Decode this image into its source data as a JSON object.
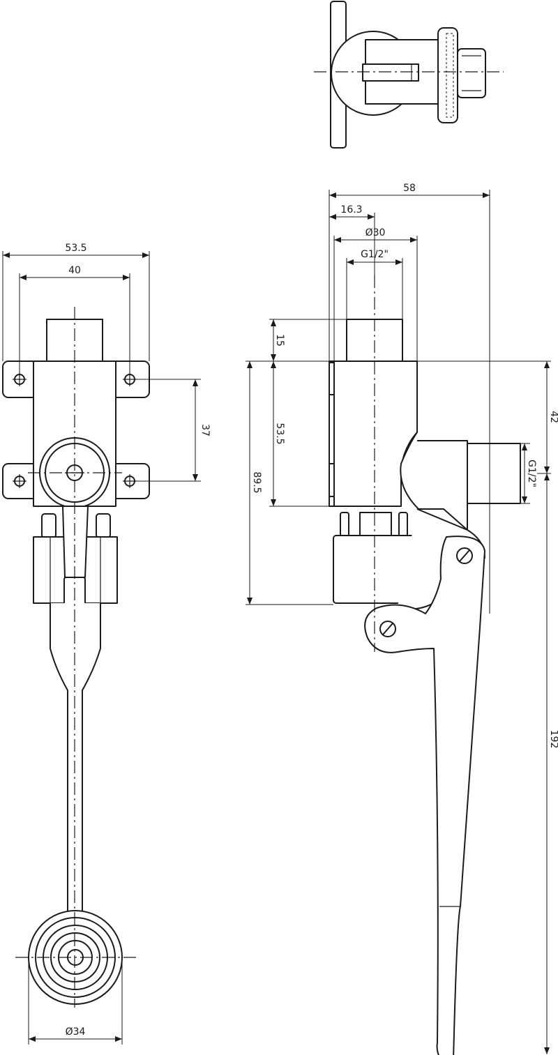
{
  "dimensions": {
    "width_overall": "53.5",
    "width_holes": "40",
    "holes_spacing": "37",
    "foot_plate_diameter": "Ø34",
    "depth_total": "58",
    "depth_offset": "16.3",
    "body_diameter": "Ø30",
    "inlet_thread": "G1/2\"",
    "outlet_thread": "G1/2\"",
    "inlet_height": "15",
    "body_height": "53.5",
    "valve_height": "89.5",
    "outlet_height": "42",
    "pedal_height": "192"
  }
}
